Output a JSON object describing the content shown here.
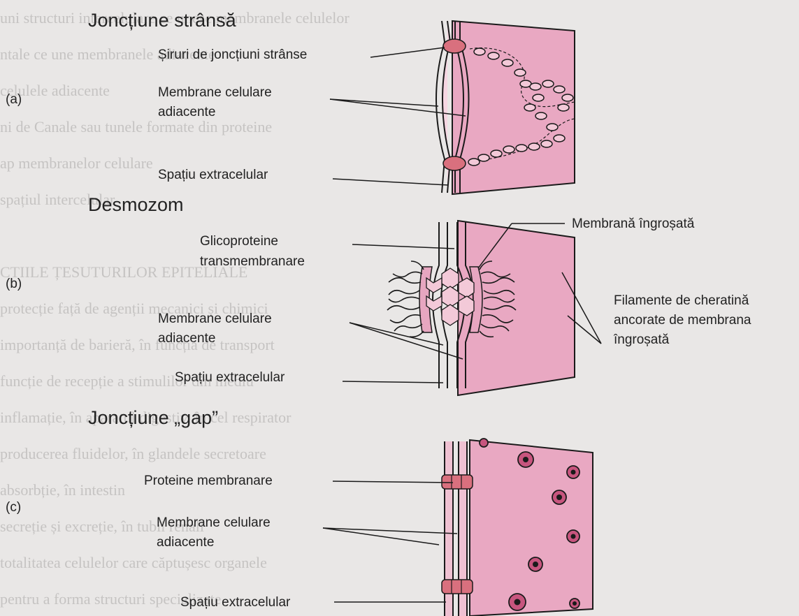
{
  "sections": {
    "a": {
      "title": "Joncțiune strânsă",
      "letter": "(a)"
    },
    "b": {
      "title": "Desmozom",
      "letter": "(b)"
    },
    "c": {
      "title": "Joncțiune „gap”",
      "letter": "(c)"
    }
  },
  "labels": {
    "a_siruri": "Șiruri de joncțiuni strânse",
    "a_membrane_1": "Membrane celulare",
    "a_membrane_2": "adiacente",
    "a_spatiu": "Spațiu extracelular",
    "b_glico_1": "Glicoproteine",
    "b_glico_2": "transmembranare",
    "b_membrana_ingrosata": "Membrană îngroșată",
    "b_filamente_1": "Filamente de cheratină",
    "b_filamente_2": "ancorate de membrana",
    "b_filamente_3": "îngroșată",
    "b_membrane_1": "Membrane celulare",
    "b_membrane_2": "adiacente",
    "b_spatiu": "Spațiu extracelular",
    "c_proteine": "Proteine membranare",
    "c_membrane_1": "Membrane celulare",
    "c_membrane_2": "adiacente",
    "c_spatiu": "Spațiu extracelular"
  },
  "background_text": [
    "uni      structuri intercelulare ce unesc membranele celulelor",
    "ntale    ce une membranele adiacente",
    "         celulele adiacente",
    "ni de    Canale sau tunele formate din proteine",
    "ap       membranelor celulare",
    "         spațiul intercelular",
    "",
    "CTIILE ȚESUTURILOR EPITELIALE",
    "         protecție față de agenții mecanici și chimici",
    "         importanță de barieră, în funcția de transport",
    "         funcție de recepție a stimulilor din mediu",
    "         inflamație, în aparatul digestiv, în cel respirator",
    "         producerea fluidelor, în glandele secretoare",
    "         absorbție, în intestin",
    "         secreție și excreție, în tubii renali",
    "         totalitatea celulelor care căptușesc organele",
    "         pentru a forma structuri specializate"
  ],
  "colors": {
    "cell_fill": "#e7a6c0",
    "cell_dark": "#d88aa9",
    "membrane_gap": "#ffffff",
    "junction": "#d9707e",
    "line": "#1a1a1a"
  }
}
